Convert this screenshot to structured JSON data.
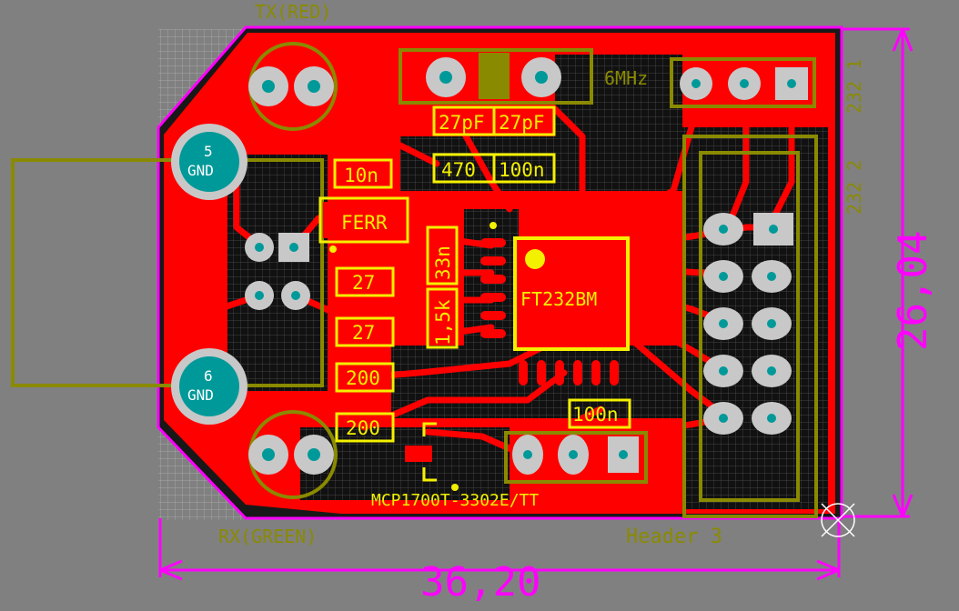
{
  "board": {
    "silk_top_left": "TX(RED)",
    "silk_bottom_left": "RX(GREEN)",
    "silk_bottom_right": "Header 3",
    "silk_crystal": "6MHz",
    "silk_232_1": "232 1",
    "silk_232_2": "232 2",
    "usb_pin_5_num": "5",
    "usb_pin_5_name": "GND",
    "usb_pin_6_num": "6",
    "usb_pin_6_name": "GND"
  },
  "components": {
    "c_27pf_a": "27pF",
    "c_27pf_b": "27pF",
    "r_470": "470",
    "c_100n_top": "100n",
    "c_10n": "10n",
    "ferrite": "FERR",
    "c_33n": "33n",
    "r_1k5": "1,5k",
    "r_27_a": "27",
    "r_27_b": "27",
    "r_200_a": "200",
    "r_200_b": "200",
    "c_100n_bottom": "100n",
    "ic_main": "FT232BM",
    "regulator": "MCP1700T-3302E/TT"
  },
  "dimensions": {
    "width": "36,20",
    "height": "26,04"
  },
  "colors": {
    "background": "#808080",
    "copper": "#ff0000",
    "silkscreen": "#f3f000",
    "overlay": "#8a8a00",
    "dimension": "#ff00ff",
    "pad": "#c8c8c8",
    "via": "#00a0a0"
  }
}
